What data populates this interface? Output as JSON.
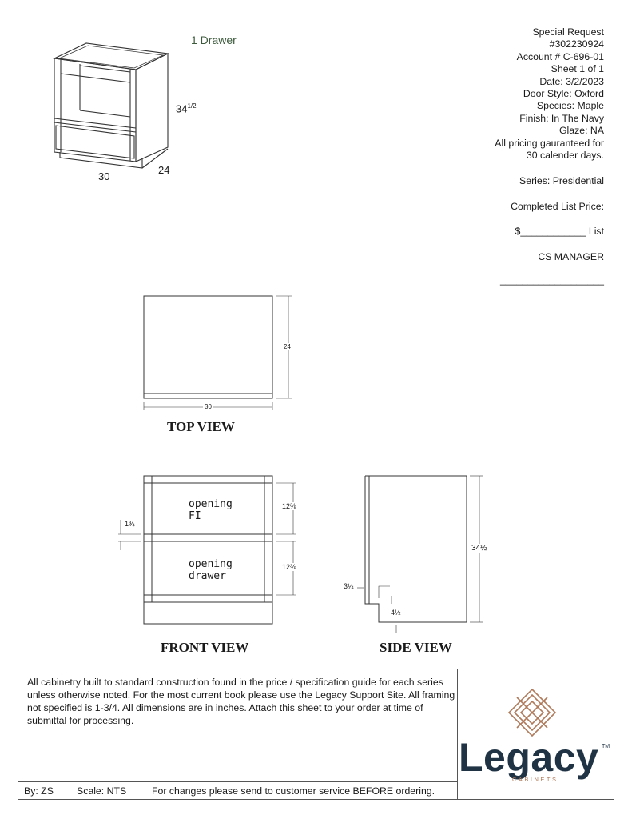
{
  "header": {
    "lines": [
      "Special Request",
      "#302230924",
      "Account # C-696-01",
      "Sheet 1 of 1",
      "Date: 3/2/2023",
      "Door Style: Oxford",
      "Species: Maple",
      "Finish: In The Navy",
      "Glaze: NA",
      "All pricing gauranteed for",
      "30 calender days."
    ],
    "series": "Series: Presidential",
    "completed_list_price": "Completed List Price:",
    "price_line_dollar": "$",
    "price_line_blank": "____________",
    "price_line_list": "List",
    "cs_manager": "CS MANAGER",
    "signature_line": "___________________"
  },
  "iso": {
    "title": "1 Drawer",
    "height_main": "34",
    "height_frac": "1/2",
    "width": "30",
    "depth": "24"
  },
  "top_view": {
    "title": "TOP VIEW",
    "width": "30",
    "depth": "24"
  },
  "front_view": {
    "title": "FRONT VIEW",
    "opening1_line1": "opening",
    "opening1_line2": "FI",
    "opening2_line1": "opening",
    "opening2_line2": "drawer",
    "dim_upper": "12⅜",
    "dim_lower": "12⅜",
    "dim_rail": "1¾"
  },
  "side_view": {
    "title": "SIDE VIEW",
    "height": "34½",
    "toe_height": "3¼",
    "toe_depth": "4½"
  },
  "footer": {
    "notes": "All cabinetry built to standard construction found in the price / specification guide for each series unless otherwise noted. For the most current book please use the Legacy Support Site. All framing not specified is 1-3/4. All dimensions are in inches. Attach this sheet to your order at time of submittal for processing.",
    "by": "By: ZS",
    "scale": "Scale: NTS",
    "changes": "For changes please send to customer service BEFORE ordering."
  },
  "logo": {
    "word": "Legacy",
    "tm": "TM",
    "sub": "CABINETS",
    "colors": {
      "navy": "#1f3344",
      "copper": "#b07a5a"
    }
  }
}
